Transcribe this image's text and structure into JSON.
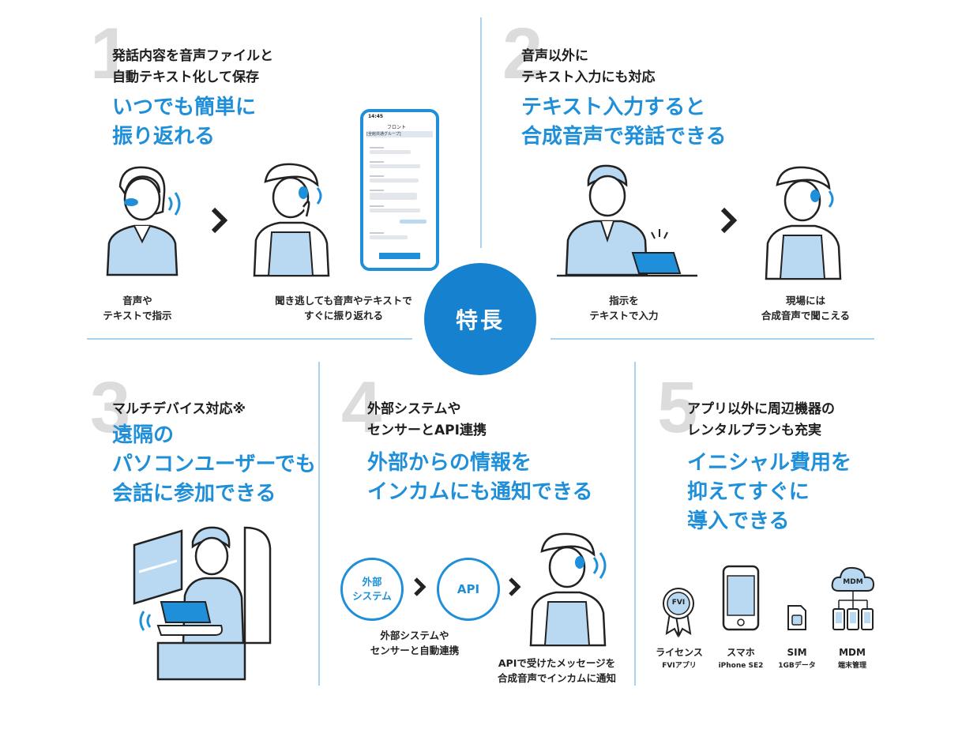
{
  "badge": {
    "label": "特長"
  },
  "sections": [
    {
      "number": "1",
      "subtitle": [
        "発話内容を音声ファイルと",
        "自動テキスト化して保存"
      ],
      "headline": [
        "いつでも簡単に",
        "振り返れる"
      ],
      "captions": [
        [
          "音声や",
          "テキストで指示"
        ],
        [
          "聞き逃しても音声やテキストで",
          "すぐに振り返れる"
        ]
      ],
      "phone": {
        "time": "14:45",
        "channel": "フロント",
        "group": "[全館共通グループ]"
      }
    },
    {
      "number": "2",
      "subtitle": [
        "音声以外に",
        "テキスト入力にも対応"
      ],
      "headline": [
        "テキスト入力すると",
        "合成音声で発話できる"
      ],
      "captions": [
        [
          "指示を",
          "テキストで入力"
        ],
        [
          "現場には",
          "合成音声で聞こえる"
        ]
      ]
    },
    {
      "number": "3",
      "subtitle": [
        "マルチデバイス対応※"
      ],
      "headline": [
        "遠隔の",
        "パソコンユーザーでも",
        "会話に参加できる"
      ]
    },
    {
      "number": "4",
      "subtitle": [
        "外部システムや",
        "センサーとAPI連携"
      ],
      "headline": [
        "外部からの情報を",
        "インカムにも通知できる"
      ],
      "flow": {
        "node1": [
          "外部",
          "システム"
        ],
        "node2": "API"
      },
      "captions": [
        [
          "外部システムや",
          "センサーと自動連携"
        ],
        [
          "APIで受けたメッセージを",
          "合成音声でインカムに通知"
        ]
      ]
    },
    {
      "number": "5",
      "subtitle": [
        "アプリ以外に周辺機器の",
        "レンタルプランも充実"
      ],
      "headline": [
        "イニシャル費用を",
        "抑えてすぐに",
        "導入できる"
      ],
      "items": [
        {
          "icon": "license-medal-icon",
          "badge": "FVI",
          "title": "ライセンス",
          "sub": "FVIアプリ"
        },
        {
          "icon": "smartphone-icon",
          "title": "スマホ",
          "sub": "iPhone SE2"
        },
        {
          "icon": "sim-card-icon",
          "title": "SIM",
          "sub": "1GBデータ"
        },
        {
          "icon": "mdm-cloud-icon",
          "badge": "MDM",
          "title": "MDM",
          "sub": "端末管理"
        }
      ]
    }
  ],
  "colors": {
    "accent": "#1e8fd8",
    "badge": "#1682cf",
    "number": "#dcdcdc",
    "divider": "#a9d2ee",
    "illustration_fill": "#b9d9f2"
  }
}
